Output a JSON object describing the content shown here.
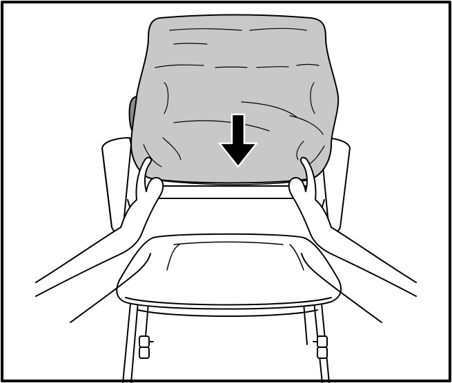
{
  "figure": {
    "kind": "assembly-instruction-illustration",
    "subject": "chair-back-cover",
    "action": "pull-down",
    "arrow_direction": "down",
    "colors": {
      "cover_fill": "#c8c8c8",
      "line": "#000000",
      "background": "#ffffff",
      "arrow": "#000000"
    }
  }
}
